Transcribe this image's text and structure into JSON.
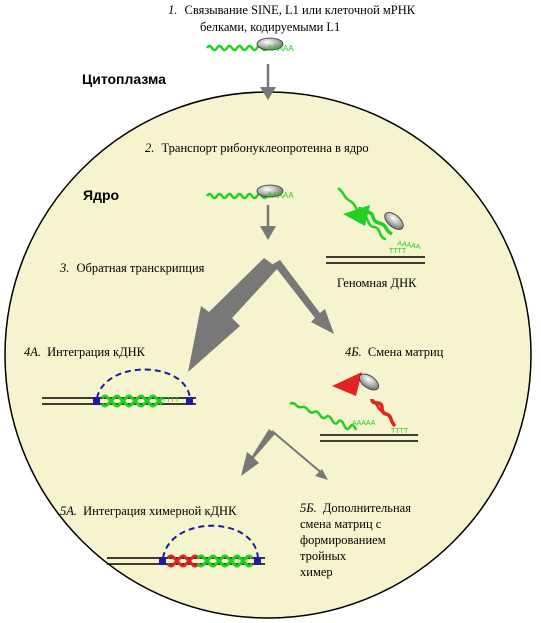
{
  "colors": {
    "cell_fill": "#f6f3cf",
    "rna_green": "#22d022",
    "cdna_red": "#e32222",
    "dna_line": "#000000",
    "loop_blue": "#1c1c9c",
    "arrow_gray": "#787878",
    "protein_gray": "#a0a0a0"
  },
  "labels": {
    "cytoplasm": "Цитоплазма",
    "nucleus": "Ядро",
    "genomic_dna": "Геномная ДНК",
    "polyA": "AAAAA",
    "polyT": "TTTT"
  },
  "steps": {
    "s1": {
      "num": "1.",
      "line1": "Связывание SINE, L1 или клеточной мРНК",
      "line2": "белками, кодируемыми  L1"
    },
    "s2": {
      "num": "2.",
      "text": "Транспорт рибонуклеопротеина в ядро"
    },
    "s3": {
      "num": "3.",
      "text": "Обратная транскрипция"
    },
    "s4a": {
      "num": "4А.",
      "text": "Интеграция кДНК"
    },
    "s4b": {
      "num": "4Б.",
      "text": "Смена матриц"
    },
    "s5a": {
      "num": "5А.",
      "text": "Интеграция химерной кДНК"
    },
    "s5b": {
      "num": "5Б.",
      "line1": "Дополнительная",
      "line2": "смена матриц с",
      "line3": "формированием",
      "line4": "тройных",
      "line5": "химер"
    }
  }
}
